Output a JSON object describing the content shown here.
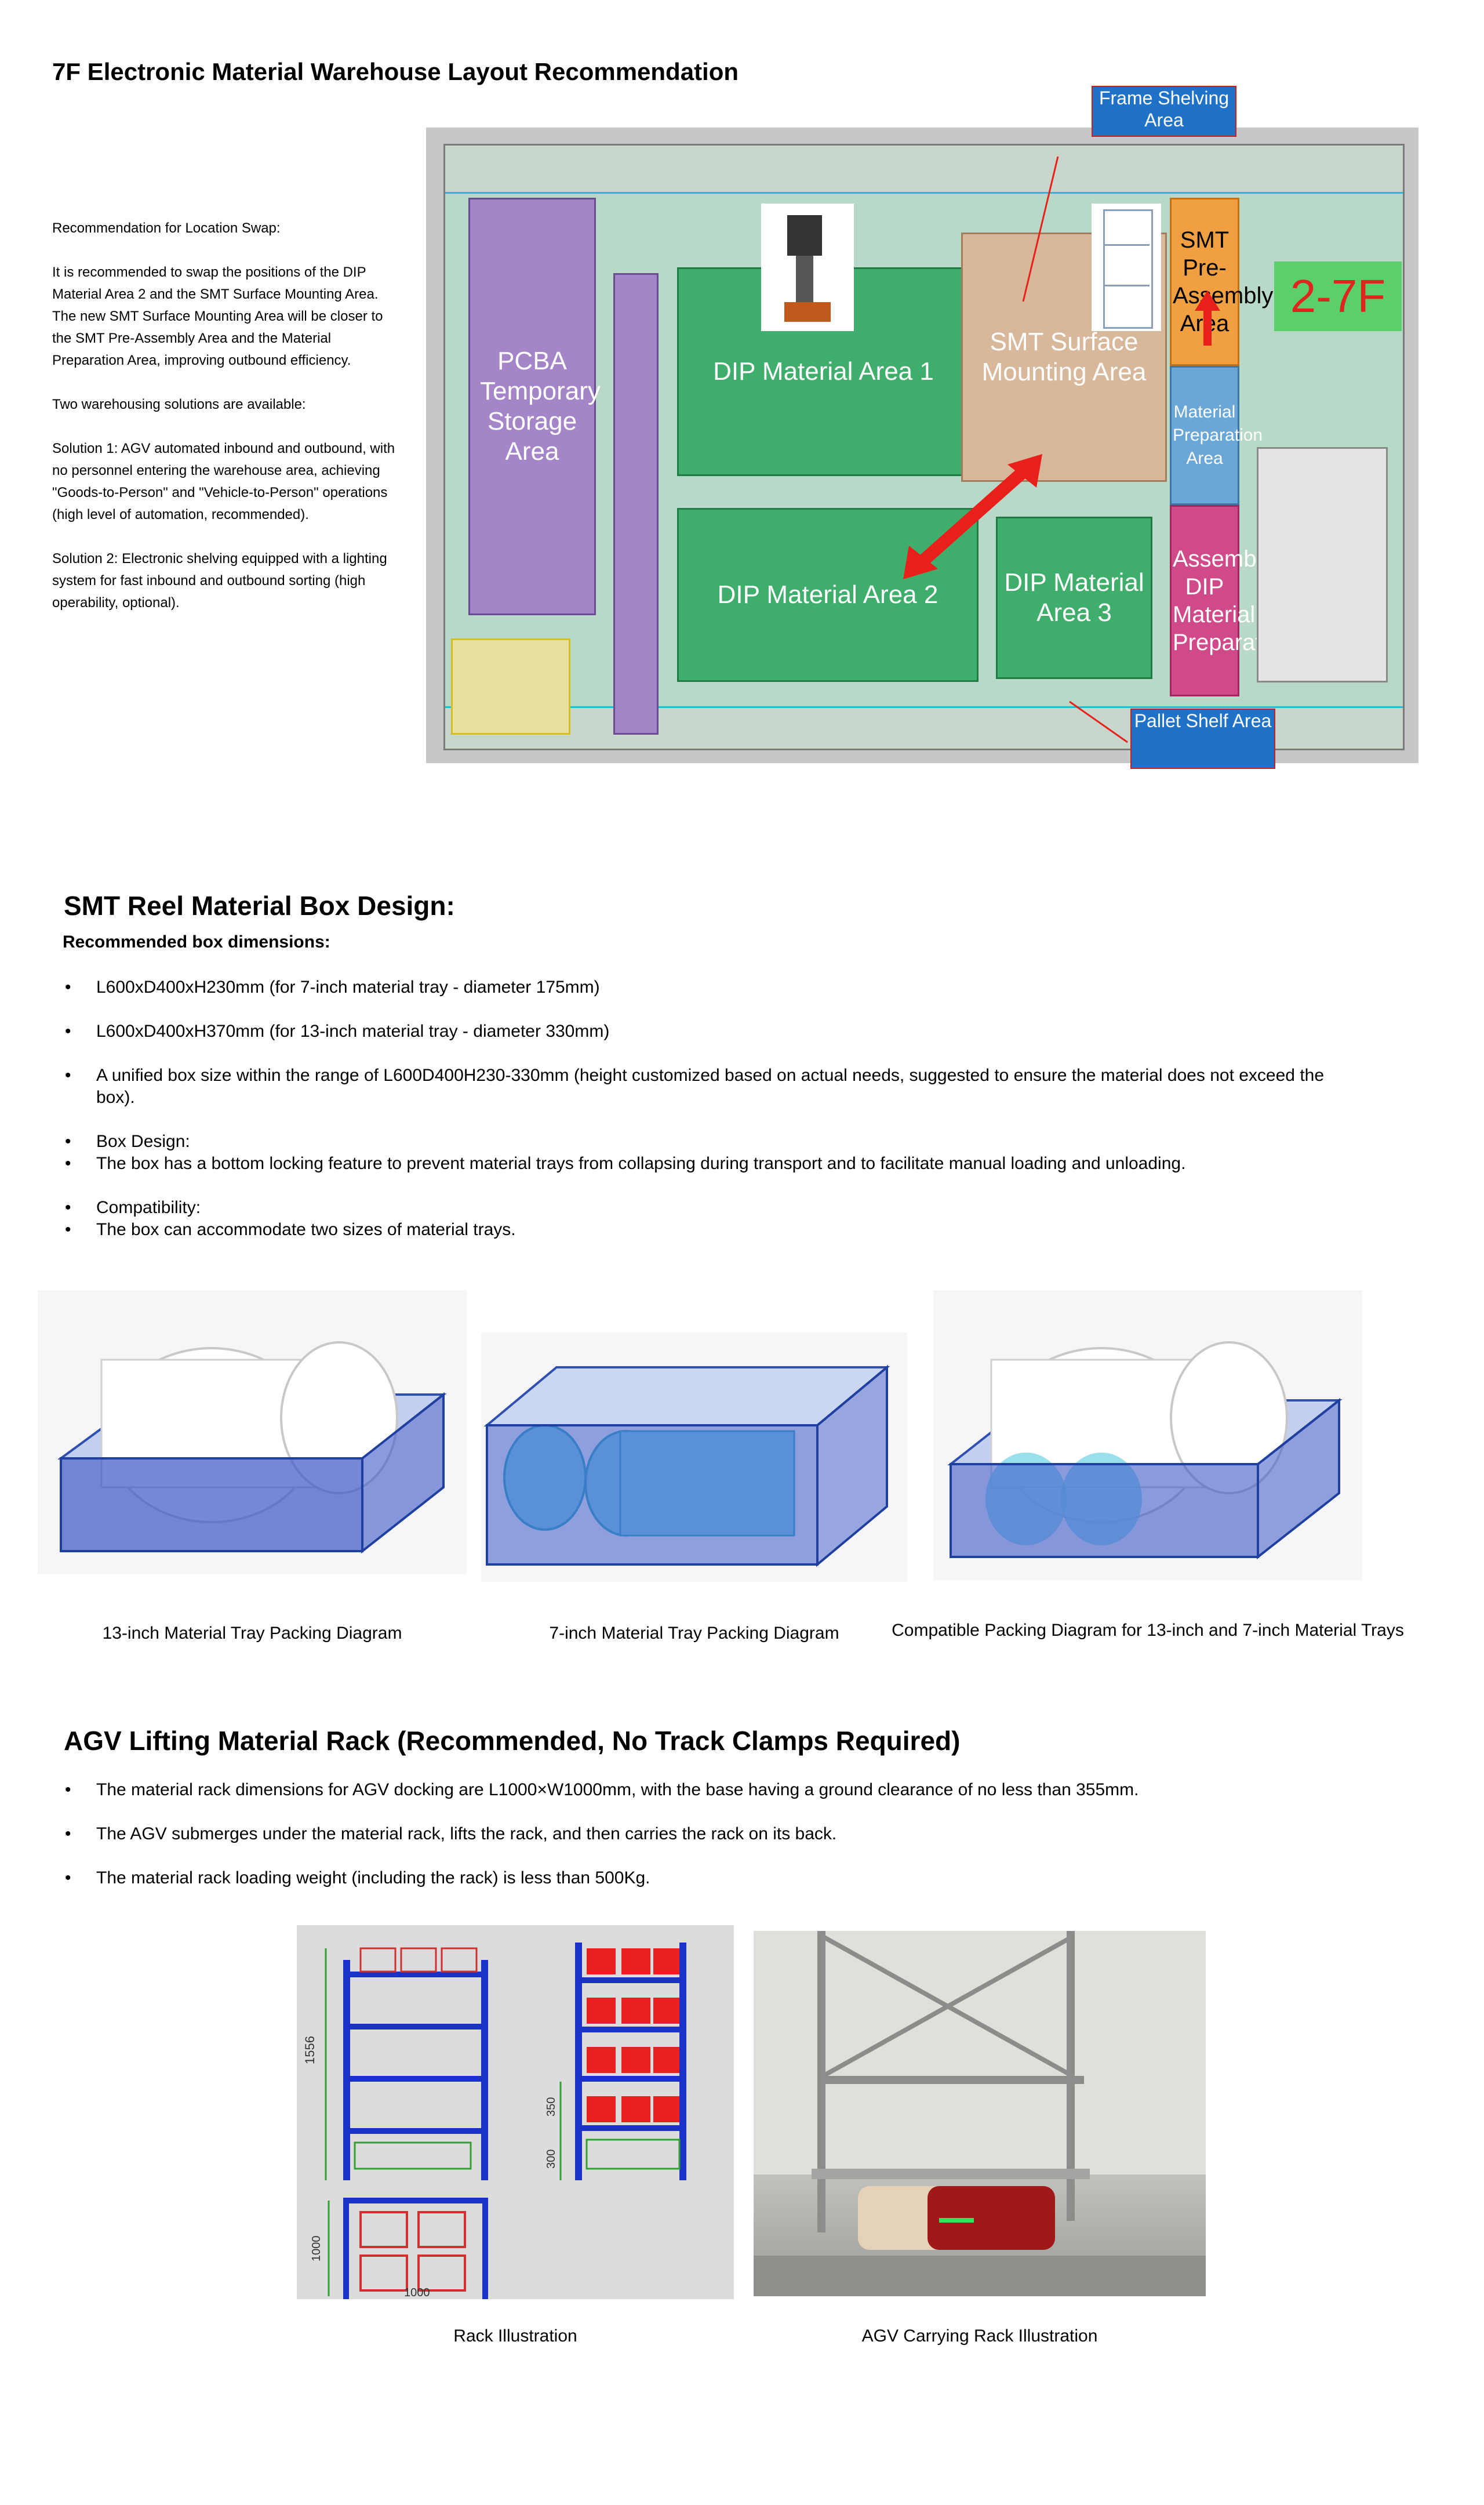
{
  "page_title": "7F Electronic Material Warehouse Layout Recommendation",
  "recommendation": {
    "heading": "Recommendation for Location Swap:",
    "paragraph1": "It is recommended to swap the positions of the DIP Material Area 2 and the SMT Surface Mounting Area. The new SMT Surface Mounting Area will be closer to the SMT Pre-Assembly Area and the Material Preparation Area, improving outbound efficiency.",
    "paragraph2": "Two warehousing solutions are available:",
    "solution1": "Solution 1: AGV automated inbound and outbound, with no personnel entering the warehouse area, achieving \"Goods-to-Person\" and \"Vehicle-to-Person\" operations (high level of automation, recommended).",
    "solution2": "Solution 2: Electronic shelving equipped with a lighting system for fast inbound and outbound sorting (high operability, optional)."
  },
  "floor_plan": {
    "zones": {
      "pcba": "PCBA Temporary Storage Area",
      "dip1": "DIP Material Area 1",
      "dip2": "DIP Material Area 2",
      "smt": "SMT Surface Mounting Area",
      "dip3": "DIP Material Area 3",
      "smt_pre": "SMT Pre-Assembly Area",
      "material_prep": "Material Preparation Area",
      "assembly": "Assembly DIP Material Preparation",
      "floor_badge": "2-7F"
    },
    "callouts": {
      "frame_shelving": "Frame Shelving Area",
      "pallet_shelf": "Pallet Shelf Area"
    },
    "colors": {
      "dip_green": "#3fae6c",
      "pcba_purple": "#a486c8",
      "smt_tan": "#d8b89a",
      "pre_orange": "#f0a040",
      "prep_blue": "#6aa6d6",
      "badge_green": "#5bd06a",
      "badge_text": "#e0241e",
      "arrow_red": "#e8201c"
    }
  },
  "smt_box": {
    "heading": "SMT Reel Material Box Design:",
    "subheading": "Recommended box dimensions:",
    "bullets": [
      "L600xD400xH230mm (for 7-inch material tray - diameter 175mm)",
      "L600xD400xH370mm (for 13-inch material tray - diameter 330mm)",
      "A unified box size within the range of L600D400H230-330mm (height customized based on actual needs, suggested to ensure the material does not exceed the box).",
      "Box Design:",
      "The box has a bottom locking feature to prevent material trays from collapsing during transport and to facilitate manual loading and unloading.",
      "Compatibility:",
      "The box can accommodate two sizes of material trays."
    ],
    "captions": [
      "13-inch Material Tray Packing Diagram",
      "7-inch Material Tray Packing Diagram",
      "Compatible Packing Diagram for 13-inch and 7-inch Material Trays"
    ]
  },
  "agv": {
    "heading": "AGV Lifting Material Rack (Recommended, No Track Clamps Required)",
    "bullets": [
      "The material rack dimensions for AGV docking are L1000×W1000mm, with the base having a ground clearance of no less than 355mm.",
      "The AGV submerges under the material rack, lifts the rack, and then carries the rack on its back.",
      "The material rack loading weight (including the rack) is less than 500Kg."
    ],
    "rack_dims": {
      "height": "1556",
      "upper": "350",
      "lower": "300",
      "depth": "1000",
      "width": "1000"
    },
    "captions": [
      "Rack Illustration",
      "AGV Carrying Rack Illustration"
    ]
  }
}
